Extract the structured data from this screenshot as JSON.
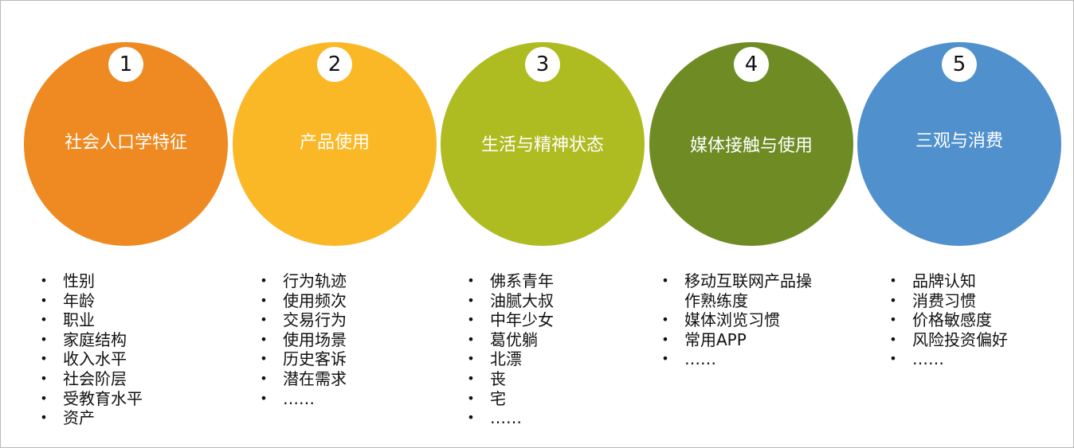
{
  "categories": [
    {
      "number": "1",
      "title": "社会人口学特征",
      "color": "#ee8a21",
      "items": [
        "性别",
        "年龄",
        "职业",
        "家庭结构",
        "收入水平",
        "社会阶层",
        "受教育水平",
        "资产"
      ]
    },
    {
      "number": "2",
      "title": "产品使用",
      "color": "#fbb826",
      "items": [
        "行为轨迹",
        "使用频次",
        "交易行为",
        "使用场景",
        "历史客诉",
        "潜在需求",
        "……"
      ]
    },
    {
      "number": "3",
      "title": "生活与精神状态",
      "color": "#aebc22",
      "items": [
        "佛系青年",
        "油腻大叔",
        "中年少女",
        "葛优躺",
        "北漂",
        "丧",
        "宅",
        "……"
      ]
    },
    {
      "number": "4",
      "title": "媒体接触与使用",
      "color": "#6f8c24",
      "items": [
        "移动互联网产品操\n作熟练度",
        "媒体浏览习惯",
        "常用APP",
        "……"
      ]
    },
    {
      "number": "5",
      "title": "三观与消费",
      "color": "#4f90cd",
      "items": [
        "品牌认知",
        "消费习惯",
        "价格敏感度",
        "风险投资偏好",
        "……"
      ]
    }
  ],
  "bullet_char": "•"
}
